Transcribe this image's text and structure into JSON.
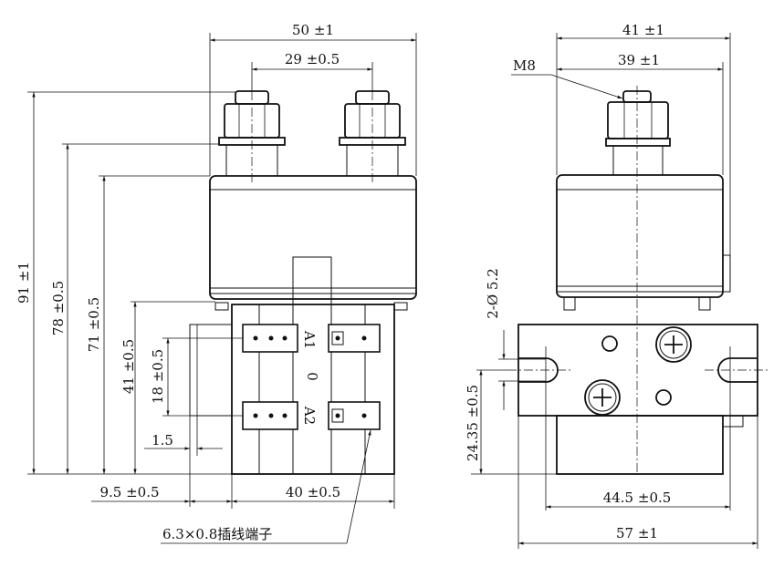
{
  "front_view": {
    "overall_width": "50 ±1",
    "terminal_spacing": "29 ±0.5",
    "overall_height": "91 ±1",
    "body_height": "78 ±0.5",
    "housing_height": "71 ±0.5",
    "base_height": "41 ±0.5",
    "coil_terminal_spacing": "18 ±0.5",
    "plate_thickness": "1.5",
    "side_offset": "9.5 ±0.5",
    "base_width": "40 ±0.5",
    "coil_label_1": "A1",
    "coil_label_2": "A2",
    "coil_symbol": "0",
    "terminal_callout": "6.3×0.8插线端子"
  },
  "side_view": {
    "top_width": "41 ±1",
    "nut_width": "39 ±1",
    "thread": "M8",
    "hole_spec": "2-Ø 5.2",
    "hole_height": "24.35 ±0.5",
    "hole_spacing": "44.5 ±0.5",
    "base_width": "57 ±1"
  }
}
